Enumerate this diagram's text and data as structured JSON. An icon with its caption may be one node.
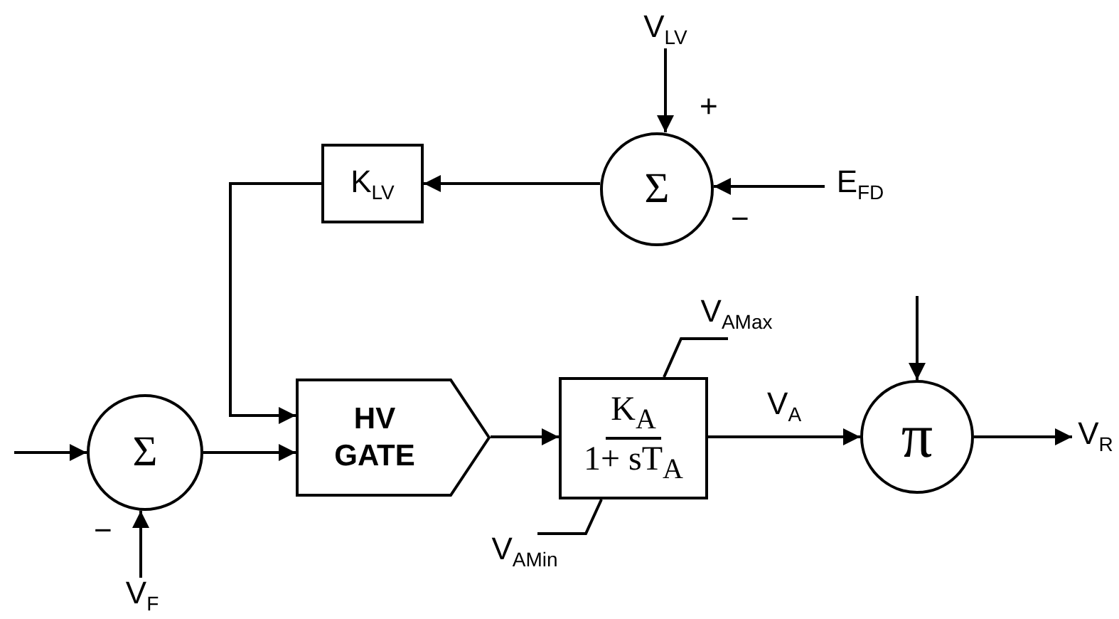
{
  "diagram": {
    "nodes": [
      {
        "text": [
          "V$_{LV}$"
        ]
      },
      {
        "text": [
          "Σ"
        ]
      },
      {
        "text": [
          "E$_{FD}$"
        ]
      },
      {
        "text": [
          "K$_{LV}$"
        ]
      },
      {
        "text": [
          "V$_{AMax}$"
        ]
      },
      {
        "text": [
          "Σ"
        ]
      },
      {
        "text": [
          "HV GATE"
        ]
      },
      {
        "text": [
          "K$_{A}$",
          "1+ sT$_{A}$"
        ]
      },
      {
        "text": [
          "π"
        ]
      },
      {
        "text": [
          "V$_{R}$"
        ]
      },
      {
        "text": [
          "V$_{AMin}$"
        ]
      },
      {
        "text": [
          "V$_{F}$"
        ]
      }
    ],
    "edges": [
      {
        "from": 0,
        "to": 1,
        "arrow": "to"
      },
      {
        "from": 2,
        "to": 1,
        "arrow": "to"
      },
      {
        "from": 1,
        "to": 3,
        "arrow": "to"
      },
      {
        "from": 3,
        "to": 6,
        "arrow": "to"
      },
      {
        "from": null,
        "to": 5,
        "arrow": "to"
      },
      {
        "from": 5,
        "to": 6,
        "arrow": "to"
      },
      {
        "from": 6,
        "to": 7,
        "arrow": "to"
      },
      {
        "from": 7,
        "to": 8,
        "arrow": "to",
        "label": "V$_{A}$"
      },
      {
        "from": null,
        "to": 8,
        "arrow": "to"
      },
      {
        "from": 8,
        "to": 9,
        "arrow": "to"
      },
      {
        "from": 4,
        "to": 7,
        "arrow": "none"
      },
      {
        "from": 10,
        "to": 7,
        "arrow": "none"
      },
      {
        "from": 11,
        "to": 5,
        "arrow": "to"
      }
    ],
    "labels": [
      "+",
      "−",
      "−"
    ]
  }
}
